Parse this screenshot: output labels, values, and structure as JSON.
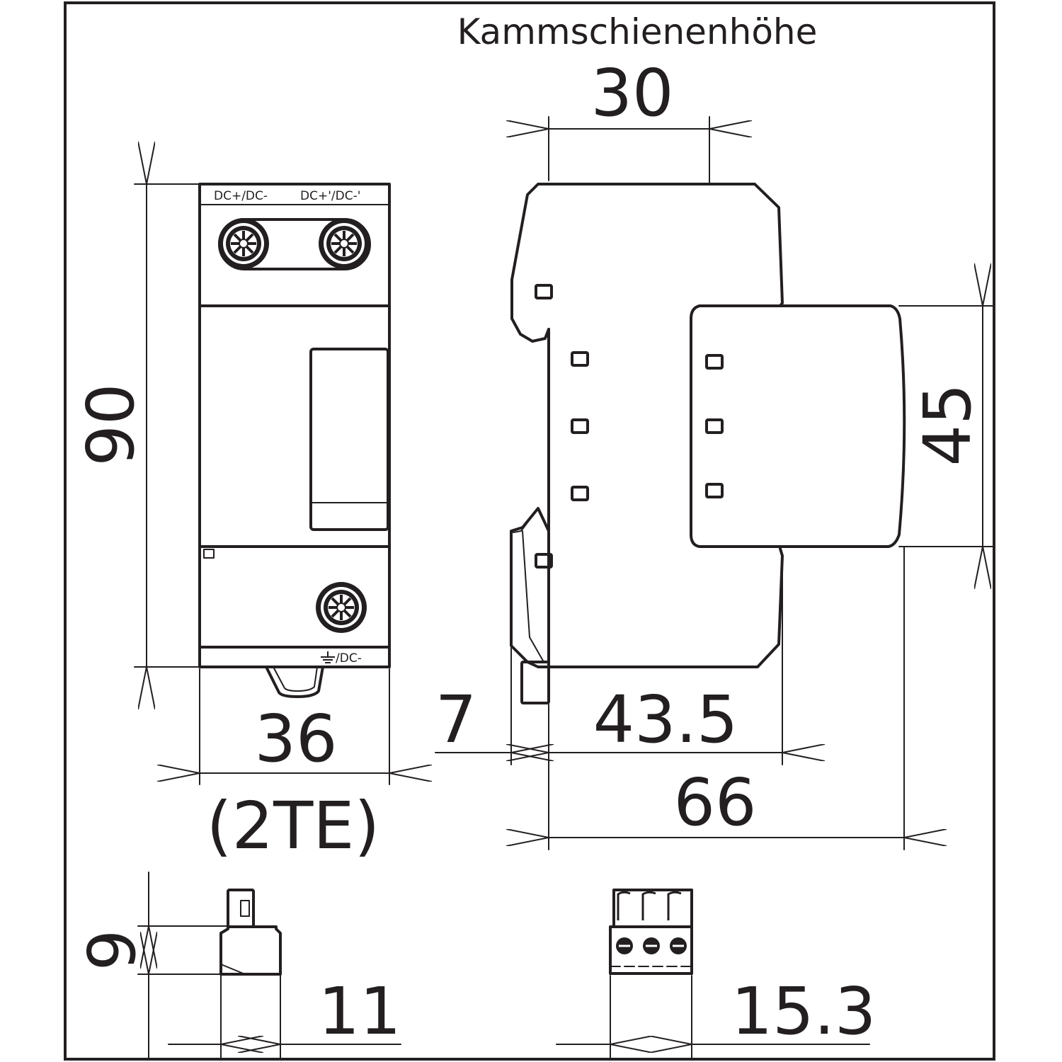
{
  "title": "Kammschienenhöhe",
  "front_view": {
    "top_terminal_left_label": "DC+/DC-",
    "top_terminal_right_label": "DC+'/DC-'",
    "bottom_terminal_label": "/DC-",
    "height_dim": "90",
    "width_dim": "36",
    "width_units": "(2TE)"
  },
  "side_view": {
    "busbar_height_dim": "30",
    "module_height_dim": "45",
    "rail_offset_dim": "7",
    "base_depth_dim": "43.5",
    "total_depth_dim": "66"
  },
  "connector_side": {
    "height_dim": "9",
    "width_dim": "11"
  },
  "connector_front": {
    "width_dim": "15.3"
  },
  "colors": {
    "line": "#231f20",
    "background": "#ffffff"
  },
  "icons": [
    "ground-symbol-icon",
    "screw-terminal-icon"
  ]
}
